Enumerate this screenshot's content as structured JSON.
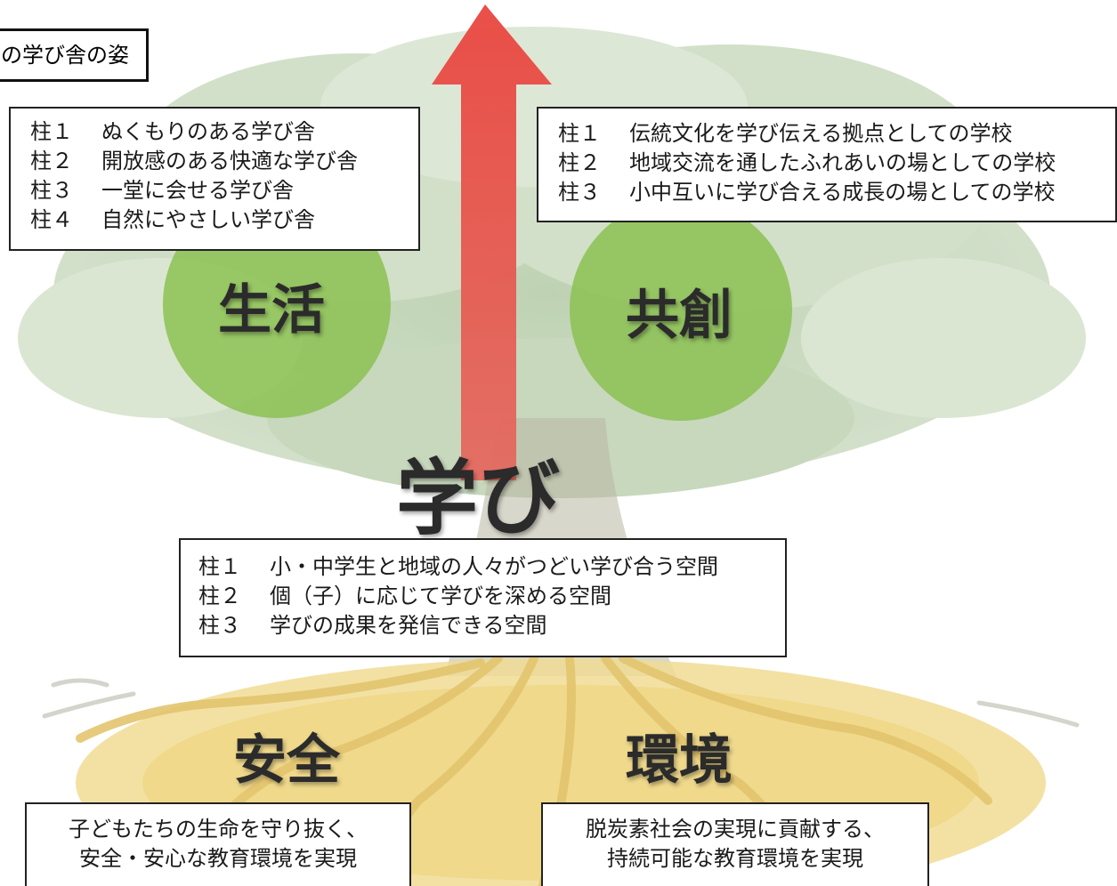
{
  "title": "の学び舎の姿",
  "labels": {
    "seikatsu": "生活",
    "kyoso": "共創",
    "manabi": "学び",
    "anzen": "安全",
    "kankyo": "環境"
  },
  "seikatsu_box": [
    {
      "k": "柱１",
      "v": "ぬくもりのある学び舎"
    },
    {
      "k": "柱２",
      "v": "開放感のある快適な学び舎"
    },
    {
      "k": "柱３",
      "v": "一堂に会せる学び舎"
    },
    {
      "k": "柱４",
      "v": "自然にやさしい学び舎"
    }
  ],
  "kyoso_box": [
    {
      "k": "柱１",
      "v": "伝統文化を学び伝える拠点としての学校"
    },
    {
      "k": "柱２",
      "v": "地域交流を通したふれあいの場としての学校"
    },
    {
      "k": "柱３",
      "v": "小中互いに学び合える成長の場としての学校"
    }
  ],
  "manabi_box": [
    {
      "k": "柱１",
      "v": "小・中学生と地域の人々がつどい学び合う空間"
    },
    {
      "k": "柱２",
      "v": "個（子）に応じて学びを深める空間"
    },
    {
      "k": "柱３",
      "v": "学びの成果を発信できる空間"
    }
  ],
  "anzen_box": [
    "子どもたちの生命を守り抜く、",
    "安全・安心な教育環境を実現"
  ],
  "kankyo_box": [
    "脱炭素社会の実現に貢献する、",
    "持続可能な教育環境を実現"
  ],
  "colors": {
    "arrow": "#e8524a",
    "circle": "#8cc152",
    "roots": "#f0d88a",
    "foliage": "#b9cfae"
  }
}
